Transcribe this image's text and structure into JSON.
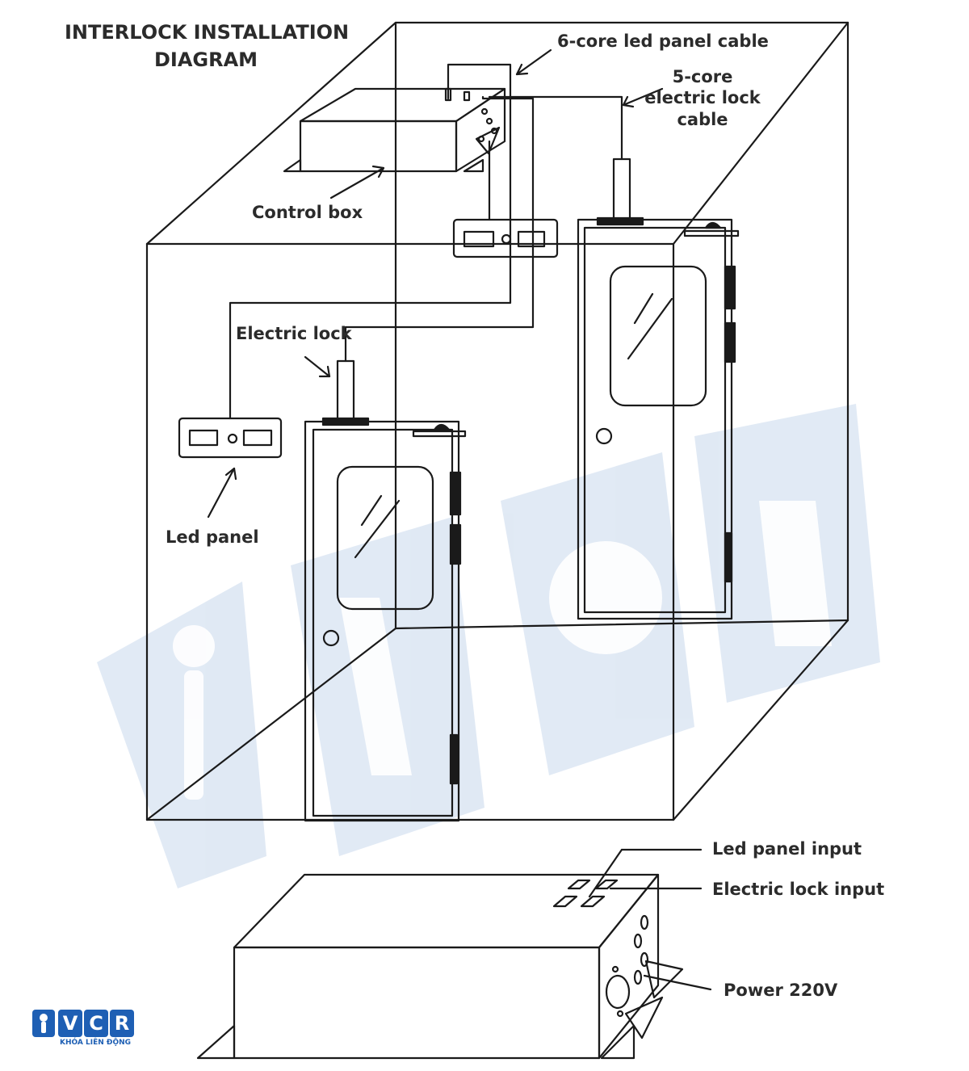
{
  "title": {
    "line1": "INTERLOCK INSTALLATION",
    "line2": "DIAGRAM"
  },
  "labels": {
    "six_core_cable": "6-core led panel cable",
    "five_core_line1": "5-core",
    "five_core_line2": "electric lock",
    "five_core_line3": "cable",
    "control_box": "Control box",
    "electric_lock": "Electric lock",
    "led_panel": "Led panel",
    "led_panel_input": "Led panel input",
    "electric_lock_input": "Electric lock input",
    "power": "Power 220V"
  },
  "watermark": {
    "text": "VCR",
    "color": "#c8d8ec"
  },
  "logo": {
    "letters": [
      "V",
      "C",
      "R"
    ],
    "tagline": "KHÓA LIÊN ĐỘNG",
    "color": "#1e5fb4"
  },
  "colors": {
    "line": "#1a1a1a",
    "text": "#2b2b2b",
    "label_bg": "#fbf9ee"
  }
}
